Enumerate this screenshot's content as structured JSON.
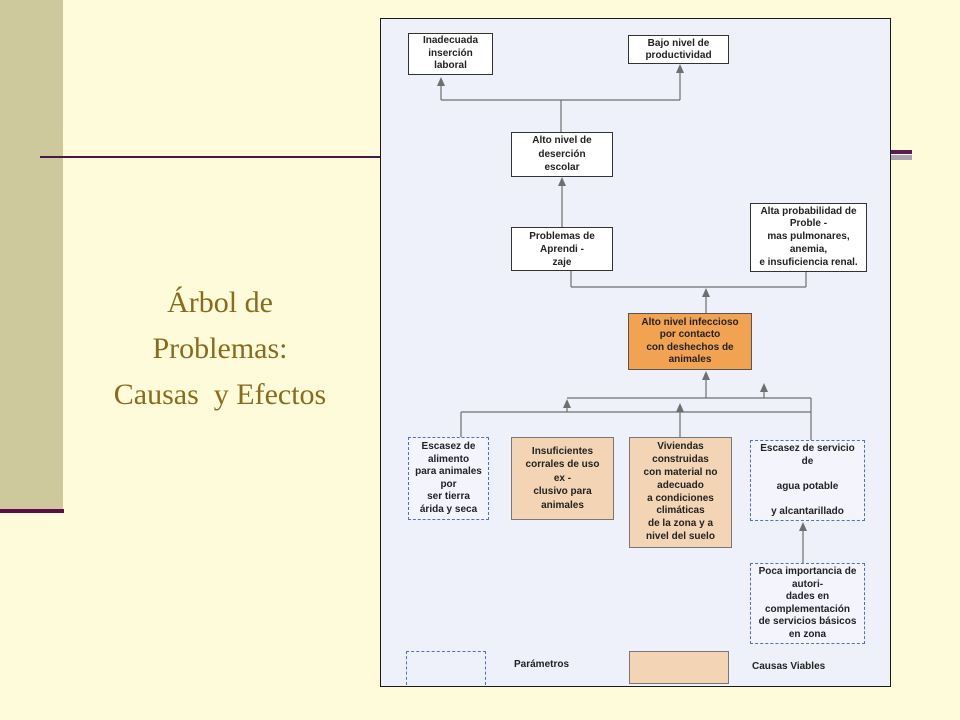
{
  "slide": {
    "title_lines": [
      "Árbol de",
      "Problemas:",
      "Causas  y Efectos"
    ]
  },
  "diagram": {
    "nodes": [
      {
        "id": "inadecuada-insercion-laboral",
        "text": "Inadecuada\ninserción\nlaboral"
      },
      {
        "id": "bajo-nivel-productividad",
        "text": "Bajo nivel de\nproductividad"
      },
      {
        "id": "alto-nivel-desercion-escolar",
        "text": "Alto nivel de\ndeserción\nescolar"
      },
      {
        "id": "problemas-aprendizaje",
        "text": "Problemas de\nAprendi -\nzaje"
      },
      {
        "id": "alta-probabilidad-problemas",
        "text": "Alta probabilidad de\nProble -\nmas pulmonares,\nanemia,\ne insuficiencia renal."
      },
      {
        "id": "alto-nivel-infeccioso",
        "text": "Alto nivel infeccioso\npor contacto\ncon deshechos de\nanimales"
      },
      {
        "id": "escasez-alimento",
        "text": "Escasez de\nalimento\npara animales\npor\nser tierra\nárida y seca"
      },
      {
        "id": "insuficientes-corrales",
        "text": "Insuficientes\ncorrales de uso\nex -\nclusivo para\nanimales"
      },
      {
        "id": "viviendas-construidas",
        "text": "Viviendas\nconstruidas\ncon material no\nadecuado\na condiciones\nclimáticas\nde la zona y a\nnivel del suelo"
      },
      {
        "id": "escasez-servicio",
        "text": "Escasez de servicio\nde\n\nagua potable\n\ny alcantarillado"
      },
      {
        "id": "poca-importancia-autoridades",
        "text": "Poca importancia de\nautori-\ndades en\ncomplementación\nde servicios básicos\nen zona"
      }
    ]
  },
  "legend": {
    "parametros": "Parámetros",
    "causas_viables": "Causas Viables"
  },
  "colors": {
    "background": "#fdfbd9",
    "side_bar": "#cdc99c",
    "accent_purple": "#5a0f48",
    "title": "#8a6b1c",
    "core_problem": "#f2a352",
    "viable_cause": "#f3d4b4",
    "parameter_border": "#4f6fc8"
  }
}
